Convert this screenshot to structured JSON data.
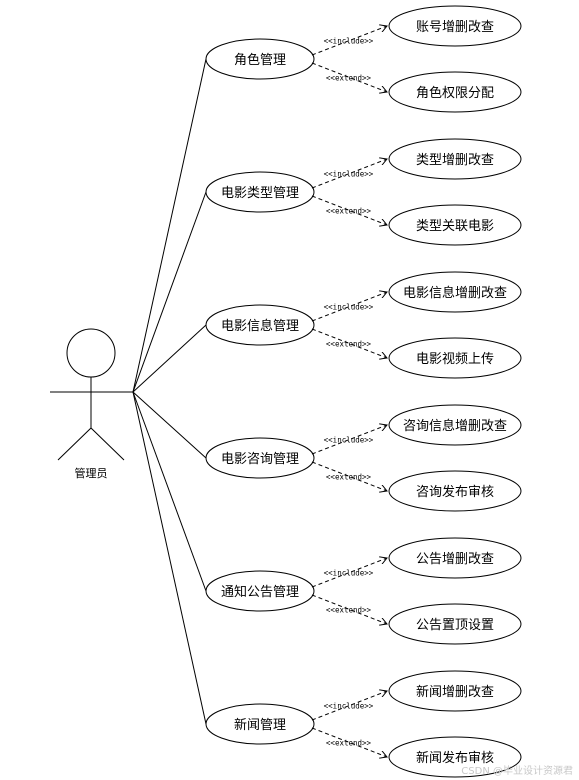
{
  "actor": {
    "name": "管理员"
  },
  "relations": {
    "include": "<<include>>",
    "extend": "<<extend>>"
  },
  "use_cases": [
    {
      "label": "角色管理",
      "include": "账号增删改查",
      "extend": "角色权限分配"
    },
    {
      "label": "电影类型管理",
      "include": "类型增删改查",
      "extend": "类型关联电影"
    },
    {
      "label": "电影信息管理",
      "include": "电影信息增删改查",
      "extend": "电影视频上传"
    },
    {
      "label": "电影咨询管理",
      "include": "咨询信息增删改查",
      "extend": "咨询发布审核"
    },
    {
      "label": "通知公告管理",
      "include": "公告增删改查",
      "extend": "公告置顶设置"
    },
    {
      "label": "新闻管理",
      "include": "新闻增删改查",
      "extend": "新闻发布审核"
    }
  ],
  "watermark": "CSDN @毕业设计资源君"
}
